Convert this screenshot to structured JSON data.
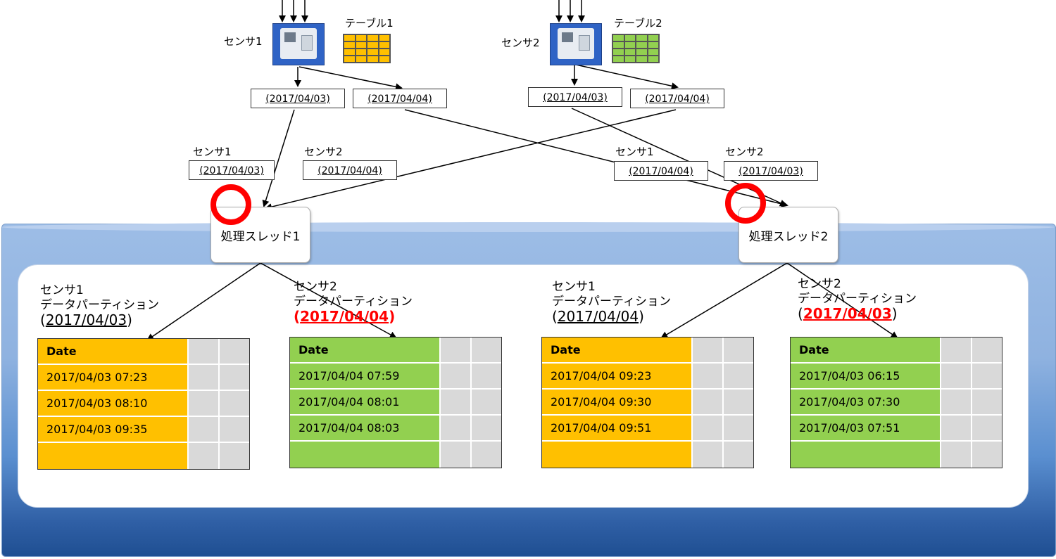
{
  "sensors": [
    {
      "label": "センサ1",
      "table_label": "テーブル1",
      "table_color": "#ffc000"
    },
    {
      "label": "センサ2",
      "table_label": "テーブル2",
      "table_color": "#92d050"
    }
  ],
  "ingest_boxes": {
    "s1_d1": "(2017/04/03)",
    "s1_d2": "(2017/04/04)",
    "s2_d1": "(2017/04/03)",
    "s2_d2": "(2017/04/04)"
  },
  "routed": {
    "t1_a_label": "センサ1",
    "t1_a_date": "(2017/04/03)",
    "t1_b_label": "センサ2",
    "t1_b_date": "(2017/04/04)",
    "t2_a_label": "センサ1",
    "t2_a_date": "(2017/04/04)",
    "t2_b_label": "センサ2",
    "t2_b_date": "(2017/04/03)"
  },
  "threads": [
    "処理スレッド1",
    "処理スレッド2"
  ],
  "partitions": [
    {
      "sensor": "センサ1",
      "caption": "データパーティション",
      "date_open": "(",
      "date": "2017/04/03",
      "date_close": ")",
      "header": "Date",
      "rows": [
        "2017/04/03 07:23",
        "2017/04/03 08:10",
        "2017/04/03 09:35",
        ""
      ]
    },
    {
      "sensor": "センサ2",
      "caption": "データパーティション",
      "date_open": "(",
      "date": "2017/04/04",
      "date_close": ")",
      "header": "Date",
      "rows": [
        "2017/04/04 07:59",
        "2017/04/04 08:01",
        "2017/04/04 08:03",
        ""
      ]
    },
    {
      "sensor": "センサ1",
      "caption": "データパーティション",
      "date_open": "(",
      "date": "2017/04/04",
      "date_close": ")",
      "header": "Date",
      "rows": [
        "2017/04/04 09:23",
        "2017/04/04 09:30",
        "2017/04/04 09:51",
        ""
      ]
    },
    {
      "sensor": "センサ2",
      "caption": "データパーティション",
      "date_open": "(",
      "date": "2017/04/03",
      "date_close": ")",
      "header": "Date",
      "rows": [
        "2017/04/03 06:15",
        "2017/04/03 07:30",
        "2017/04/03 07:51",
        ""
      ]
    }
  ],
  "colors": {
    "orange": "#ffc000",
    "green": "#92d050",
    "accent_red": "#ff0000"
  }
}
